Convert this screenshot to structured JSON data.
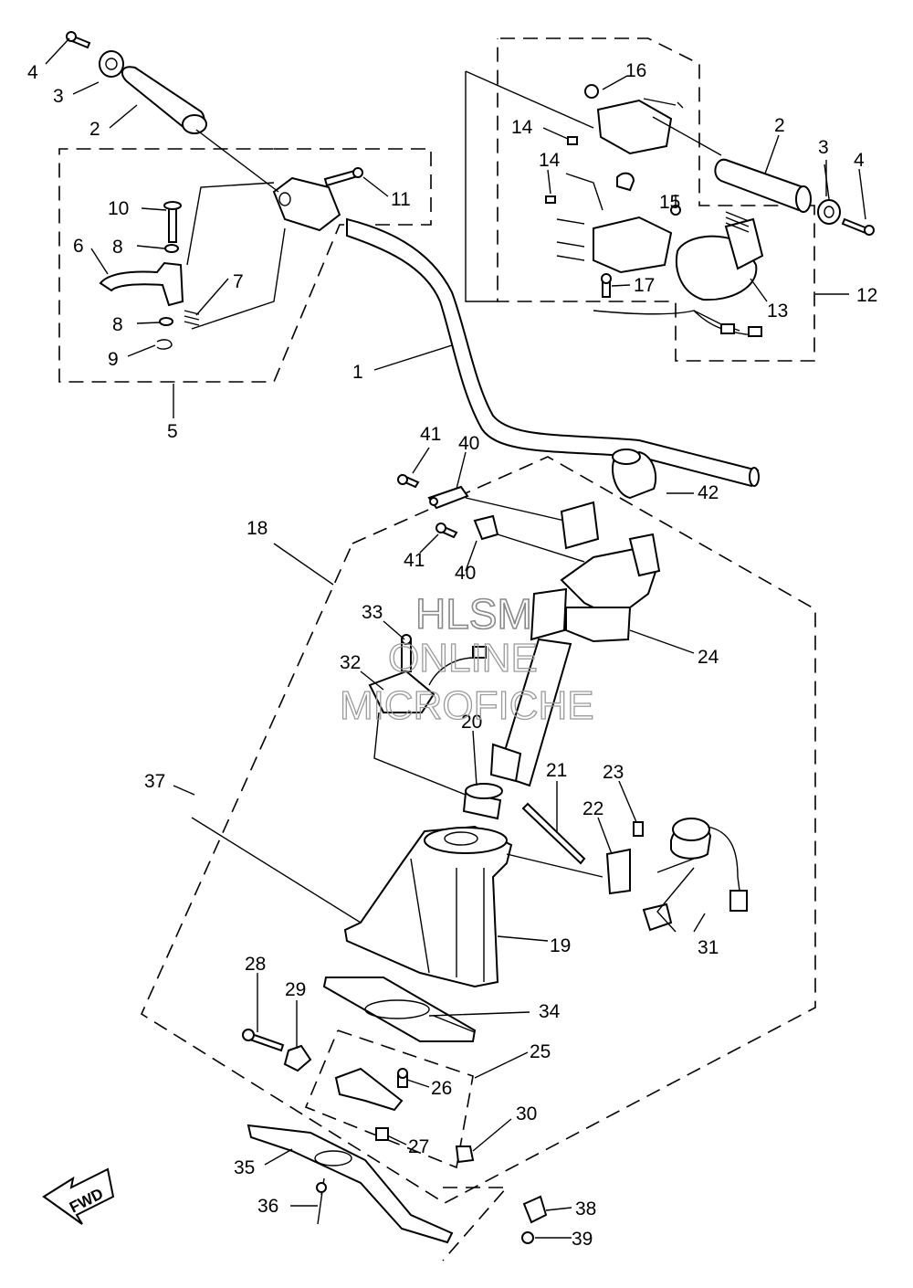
{
  "callouts": [
    "1",
    "2",
    "2",
    "3",
    "3",
    "4",
    "4",
    "5",
    "6",
    "7",
    "8",
    "8",
    "9",
    "10",
    "11",
    "12",
    "13",
    "14",
    "14",
    "15",
    "16",
    "17",
    "18",
    "19",
    "20",
    "21",
    "22",
    "23",
    "24",
    "25",
    "26",
    "27",
    "28",
    "29",
    "30",
    "31",
    "32",
    "33",
    "34",
    "35",
    "36",
    "37",
    "38",
    "39",
    "40",
    "40",
    "41",
    "41",
    "42"
  ],
  "watermark": {
    "line1": "HLSM",
    "line2": "ONLINE",
    "line3": "MICROFICHE"
  },
  "direction_arrow": {
    "label": "FWD"
  },
  "icons": [
    "fwd-arrow-icon"
  ]
}
